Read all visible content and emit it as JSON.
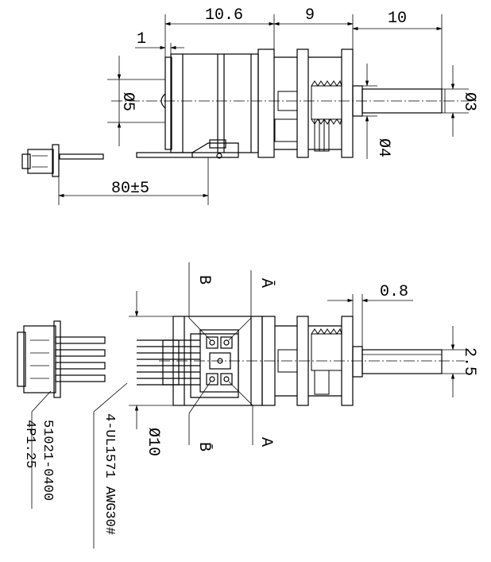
{
  "top_view": {
    "dim_body_length": "10.6",
    "dim_gearbox_length": "9",
    "dim_shaft_length": "10",
    "dim_flange_offset": "1",
    "dim_motor_diameter": "Ø5",
    "dim_shaft_diameter": "Ø3",
    "dim_bearing_diameter": "Ø4",
    "dim_cable_length": "80±5"
  },
  "side_view": {
    "label_b": "B",
    "label_a_bar": "Ā",
    "label_b_bar": "B̄",
    "label_a": "A",
    "dim_flat_offset": "0.8",
    "dim_flat_width": "2.5",
    "dim_body_diameter": "Ø10",
    "wire_spec": "4-UL1571 AWG30#",
    "connector_part": "51021-0400",
    "connector_pitch": "4P1.25"
  }
}
